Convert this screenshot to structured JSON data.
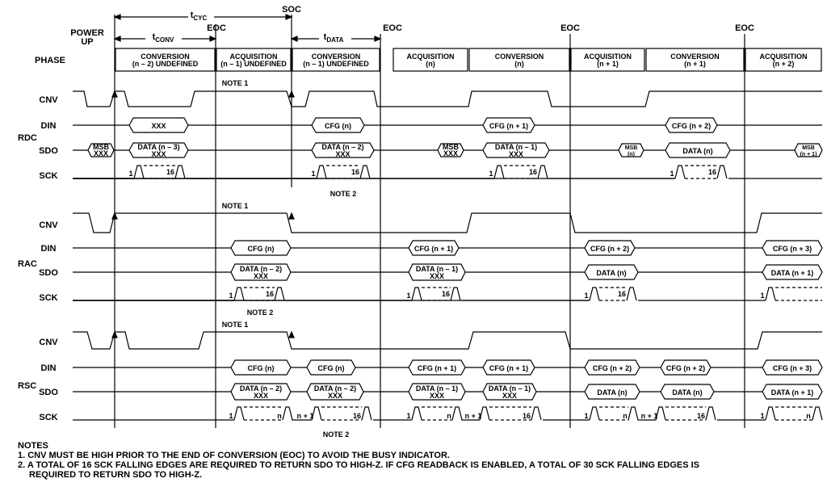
{
  "header": {
    "power_up": [
      "POWER",
      "UP"
    ],
    "phase_label": "PHASE",
    "t_cyc": {
      "base": "t",
      "sub": "CYC"
    },
    "t_conv": {
      "base": "t",
      "sub": "CONV"
    },
    "t_data": {
      "base": "t",
      "sub": "DATA"
    },
    "soc": "SOC",
    "eoc": "EOC"
  },
  "phases": [
    [
      "CONVERSION",
      "(n – 2) UNDEFINED"
    ],
    [
      "ACQUISITION",
      "(n – 1) UNDEFINED"
    ],
    [
      "CONVERSION",
      "(n – 1) UNDEFINED"
    ],
    [
      "ACQUISITION",
      "(n)"
    ],
    [
      "CONVERSION",
      "(n)"
    ],
    [
      "ACQUISITION",
      "(n + 1)"
    ],
    [
      "CONVERSION",
      "(n + 1)"
    ],
    [
      "ACQUISITION",
      "(n + 2)"
    ]
  ],
  "groups": {
    "rdc": "RDC",
    "rac": "RAC",
    "rsc": "RSC"
  },
  "signals": {
    "cnv": "CNV",
    "din": "DIN",
    "sdo": "SDO",
    "sck": "SCK"
  },
  "labels": {
    "note1": "NOTE 1",
    "note2": "NOTE 2",
    "xxx": "XXX",
    "msb": "MSB",
    "sck_first": "1",
    "sck_last": "16",
    "sck_n": "n",
    "sck_n1": "n + 1",
    "rdc_din": [
      "XXX",
      "CFG (n)",
      "CFG (n + 1)",
      "CFG (n + 2)"
    ],
    "rdc_sdo_msb": [
      [
        "MSB",
        "XXX"
      ],
      [
        "MSB",
        "XXX"
      ],
      [
        "MSB",
        "(n)"
      ],
      [
        "MSB",
        "(n + 1)"
      ]
    ],
    "rdc_sdo_data": [
      [
        "DATA (n – 3)",
        "XXX"
      ],
      [
        "DATA (n – 2)",
        "XXX"
      ],
      [
        "DATA (n – 1)",
        "XXX"
      ],
      [
        "DATA (n)",
        ""
      ]
    ],
    "rac_din": [
      "CFG (n)",
      "CFG (n + 1)",
      "CFG (n + 2)",
      "CFG (n + 3)"
    ],
    "rac_sdo": [
      [
        "DATA (n – 2)",
        "XXX"
      ],
      [
        "DATA (n – 1)",
        "XXX"
      ],
      [
        "DATA (n)",
        ""
      ],
      [
        "DATA (n + 1)",
        ""
      ]
    ],
    "rsc_din": [
      "CFG (n)",
      "CFG (n)",
      "CFG (n + 1)",
      "CFG (n + 1)",
      "CFG (n + 2)",
      "CFG (n + 2)",
      "CFG (n + 3)"
    ],
    "rsc_sdo": [
      [
        "DATA (n – 2)",
        "XXX"
      ],
      [
        "DATA (n – 2)",
        "XXX"
      ],
      [
        "DATA (n – 1)",
        "XXX"
      ],
      [
        "DATA (n – 1)",
        "XXX"
      ],
      [
        "DATA (n)",
        ""
      ],
      [
        "DATA (n)",
        ""
      ],
      [
        "DATA (n + 1)",
        ""
      ]
    ]
  },
  "notes": {
    "heading": "NOTES",
    "items": [
      "1. CNV MUST BE HIGH PRIOR TO THE END OF CONVERSION (EOC) TO AVOID THE BUSY INDICATOR.",
      "2. A TOTAL OF 16 SCK FALLING EDGES ARE REQUIRED TO RETURN SDO TO HIGH-Z. IF CFG READBACK IS ENABLED, A TOTAL OF 30 SCK FALLING EDGES IS",
      "REQUIRED TO RETURN SDO TO HIGH-Z."
    ]
  }
}
